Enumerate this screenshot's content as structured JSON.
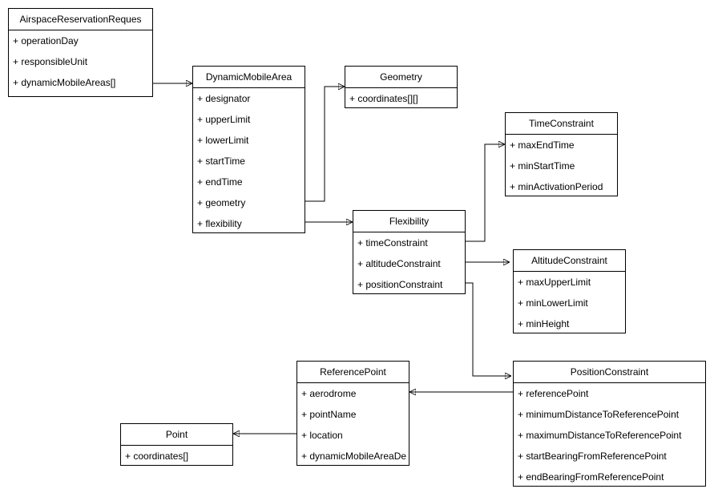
{
  "classes": {
    "airspace": {
      "name": "AirspaceReservationReques",
      "attrs": [
        "+ operationDay",
        "+ responsibleUnit",
        "+ dynamicMobileAreas[]"
      ]
    },
    "dma": {
      "name": "DynamicMobileArea",
      "attrs": [
        "+ designator",
        "+ upperLimit",
        "+ lowerLimit",
        "+ startTime",
        "+ endTime",
        "+ geometry",
        "+ flexibility"
      ]
    },
    "geometry": {
      "name": "Geometry",
      "attrs": [
        "+ coordinates[][]"
      ]
    },
    "time": {
      "name": "TimeConstraint",
      "attrs": [
        "+ maxEndTime",
        "+ minStartTime",
        "+ minActivationPeriod"
      ]
    },
    "flex": {
      "name": "Flexibility",
      "attrs": [
        "+ timeConstraint",
        "+ altitudeConstraint",
        "+ positionConstraint"
      ]
    },
    "altitude": {
      "name": "AltitudeConstraint",
      "attrs": [
        "+ maxUpperLimit",
        "+ minLowerLimit",
        "+ minHeight"
      ]
    },
    "position": {
      "name": "PositionConstraint",
      "attrs": [
        "+ referencePoint",
        "+ minimumDistanceToReferencePoint",
        "+ maximumDistanceToReferencePoint",
        "+ startBearingFromReferencePoint",
        "+ endBearingFromReferencePoint"
      ]
    },
    "refpoint": {
      "name": "ReferencePoint",
      "attrs": [
        "+ aerodrome",
        "+ pointName",
        "+ location",
        "+ dynamicMobileAreaDe"
      ]
    },
    "point": {
      "name": "Point",
      "attrs": [
        "+ coordinates[]"
      ]
    }
  },
  "edges": [
    {
      "from": "airspace.dynamicMobileAreas[]",
      "to": "DynamicMobileArea"
    },
    {
      "from": "DynamicMobileArea.geometry",
      "to": "Geometry"
    },
    {
      "from": "DynamicMobileArea.flexibility",
      "to": "Flexibility"
    },
    {
      "from": "Flexibility.timeConstraint",
      "to": "TimeConstraint"
    },
    {
      "from": "Flexibility.altitudeConstraint",
      "to": "AltitudeConstraint"
    },
    {
      "from": "Flexibility.positionConstraint",
      "to": "PositionConstraint"
    },
    {
      "from": "PositionConstraint.referencePoint",
      "to": "ReferencePoint"
    },
    {
      "from": "ReferencePoint.location",
      "to": "Point"
    }
  ]
}
